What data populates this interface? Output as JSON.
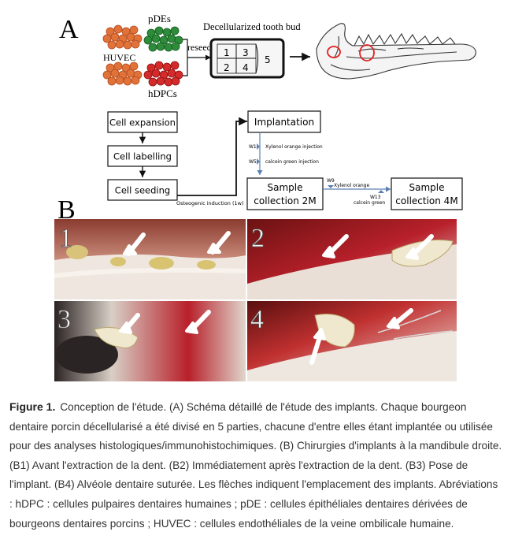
{
  "panel_a": {
    "letter": "A",
    "huvec": "HUVEC",
    "pdes": "pDEs",
    "hdpcs": "hDPCs",
    "reseed": "reseed",
    "bud_title": "Decellularized tooth bud",
    "bud_parts": [
      "1",
      "3",
      "2",
      "4",
      "5"
    ],
    "flow": {
      "expansion": "Cell expansion",
      "labelling": "Cell labelling",
      "seeding": "Cell seeding",
      "osteogenic": "Osteogenic induction (1w)",
      "implantation": "Implantation",
      "w1": "W1",
      "xylenol": "Xylenol orange injection",
      "w5": "W5",
      "calcein": "calcein green injection",
      "sample2m_line1": "Sample",
      "sample2m_line2": "collection 2M",
      "w9": "W9",
      "xylenol2": "Xylenol orange",
      "w13": "W13",
      "calcein2": "calcein green",
      "sample4m_line1": "Sample",
      "sample4m_line2": "collection 4M"
    }
  },
  "panel_b": {
    "letter": "B",
    "photo_numbers": [
      "1",
      "2",
      "3",
      "4"
    ]
  },
  "caption": {
    "label": "Figure 1.",
    "text": "Conception de l'étude. (A) Schéma détaillé de l'étude des implants. Chaque bourgeon dentaire porcin décellularisé a été divisé en 5 parties, chacune d'entre elles étant implantée ou utilisée pour des analyses histologiques/immunohistochimiques. (B) Chirurgies d'implants à la mandibule droite. (B1) Avant l'extraction de la dent. (B2) Immédiatement après l'extraction de la dent. (B3) Pose de l'implant. (B4) Alvéole dentaire suturée. Les flèches indiquent l'emplacement des implants. Abréviations : hDPC : cellules pulpaires dentaires humaines ; pDE : cellules épithéliales dentaires dérivées de bourgeons dentaires porcins ; HUVEC : cellules endothéliales de la veine ombilicale humaine."
  },
  "colors": {
    "huvec_cells": "#e0733a",
    "pde_cells": "#2e8b3a",
    "hdpc_cells": "#d42a2a",
    "flow_arrow": "#5a7fb0",
    "circle_mark": "#e02020",
    "tissue_red": "#b8202a"
  }
}
